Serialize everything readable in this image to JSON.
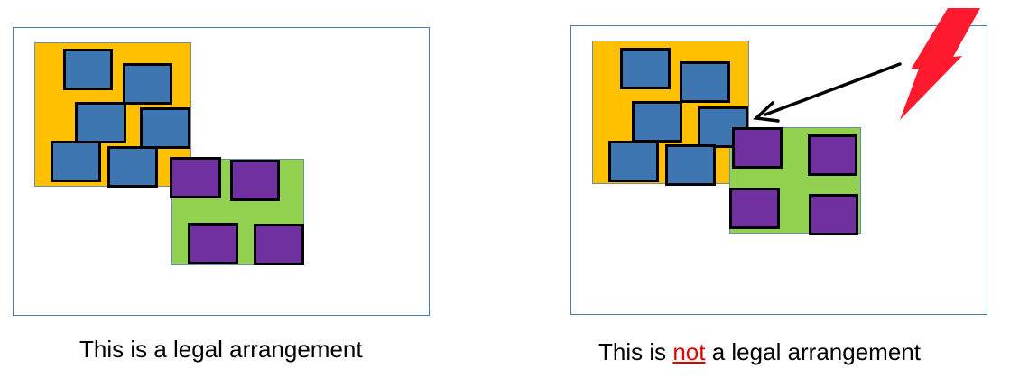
{
  "colors": {
    "frame_border": "#4a7ab0",
    "yellow_region": "#ffc000",
    "green_region": "#92d050",
    "blue_tile": "#3d76b0",
    "purple_tile": "#7030a0",
    "tile_border": "#000000",
    "emphasis_text": "#e00000",
    "lightning": "#ff1a2e",
    "arrow": "#000000"
  },
  "icons": {
    "lightning": "lightning-bolt-icon",
    "arrow": "arrow-icon"
  },
  "left_panel": {
    "caption": "This is a legal arrangement"
  },
  "right_panel": {
    "caption_pre": "This is ",
    "caption_emphasis": "not",
    "caption_post": " a legal arrangement"
  }
}
